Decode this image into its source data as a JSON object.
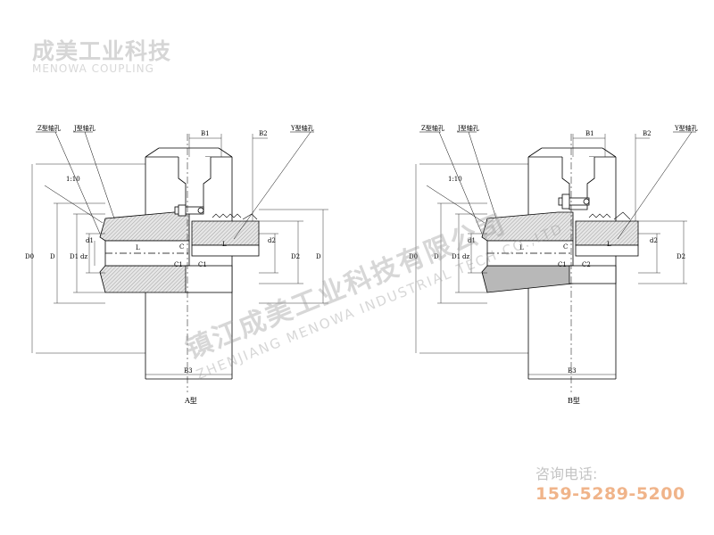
{
  "brand": {
    "name_cn": "成美工业科技",
    "name_en": "MENOWA COUPLING"
  },
  "watermark": {
    "cn": "镇江成美工业科技有限公司",
    "en": "ZHENJIANG MENOWA INDUSTRIAL TECH CO.,LTD"
  },
  "contact": {
    "label": "咨询电话:",
    "phone": "159-5289-5200"
  },
  "colors": {
    "phone": "#f0b48a",
    "logo": "#d0d0d0"
  },
  "drawing_a": {
    "caption": "A型",
    "label_z": "Z型轴孔",
    "label_j": "J型轴孔",
    "label_y": "Y型轴孔",
    "taper": "1:10",
    "B1": "B1",
    "B2": "B2",
    "B3": "B3",
    "D0": "D0",
    "D": "D",
    "D1": "D1",
    "D2": "D2",
    "D3": "D",
    "dz": "dz",
    "d1": "d1",
    "d2": "d2",
    "L1": "L",
    "L2": "L",
    "C": "C",
    "C1": "C1",
    "C2": "C1"
  },
  "drawing_b": {
    "caption": "B型",
    "label_z": "Z型轴孔",
    "label_j": "J型轴孔",
    "label_y": "Y型轴孔",
    "taper": "1:10",
    "B1": "B1",
    "B2": "B2",
    "B3": "B3",
    "D0": "D0",
    "D": "D",
    "D1": "D1",
    "D2": "D2",
    "dz": "dz",
    "d1": "d1",
    "d2": "d2",
    "L1": "L",
    "L2": "L",
    "C": "C",
    "C1": "C1",
    "C2": "C2"
  }
}
